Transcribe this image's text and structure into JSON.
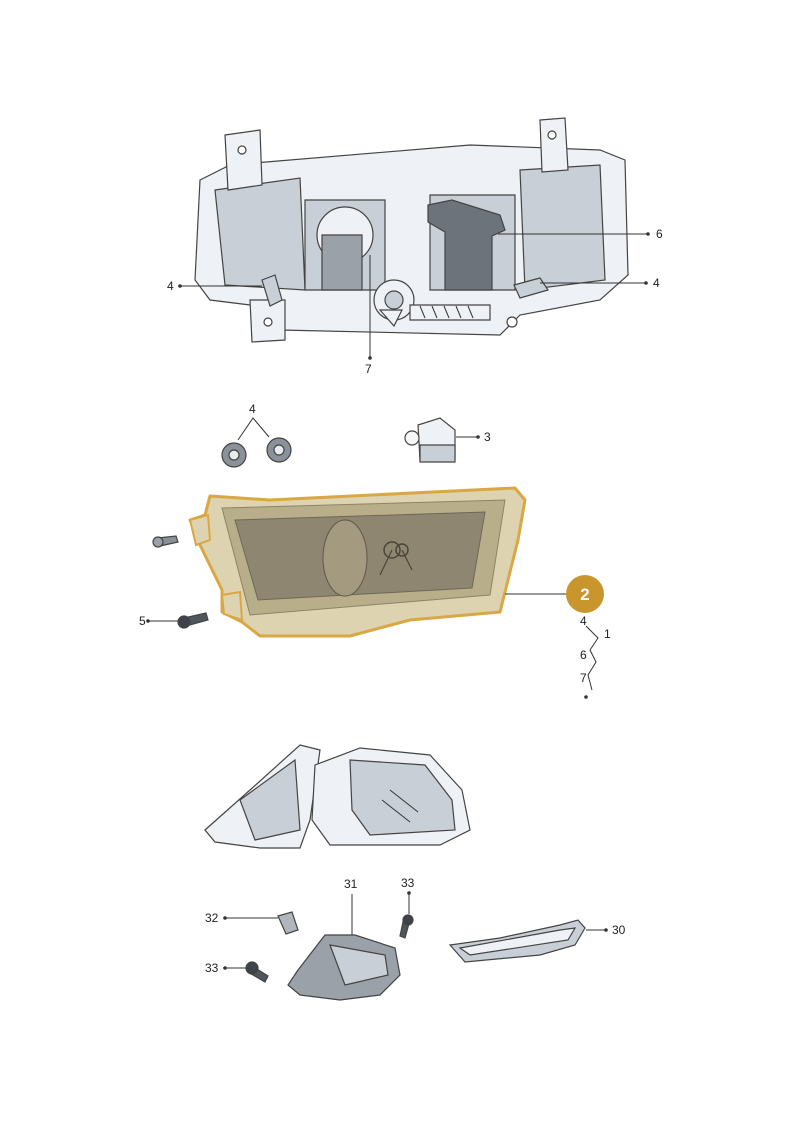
{
  "callouts": {
    "upper_left_4": "4",
    "upper_right_6": "6",
    "upper_right_4": "4",
    "upper_bottom_7": "7",
    "bushing_4": "4",
    "bulb_3": "3",
    "screw_5": "5",
    "sub_4": "4",
    "sub_1": "1",
    "sub_6": "6",
    "sub_7": "7",
    "mirror_31": "31",
    "mirror_33_top": "33",
    "mirror_32": "32",
    "mirror_33_left": "33",
    "mirror_30": "30"
  },
  "highlight": {
    "badge_number": "2",
    "badge_color": "#c9962e",
    "outline_color": "#d9a844",
    "fill_color": "#ddd3b0"
  }
}
